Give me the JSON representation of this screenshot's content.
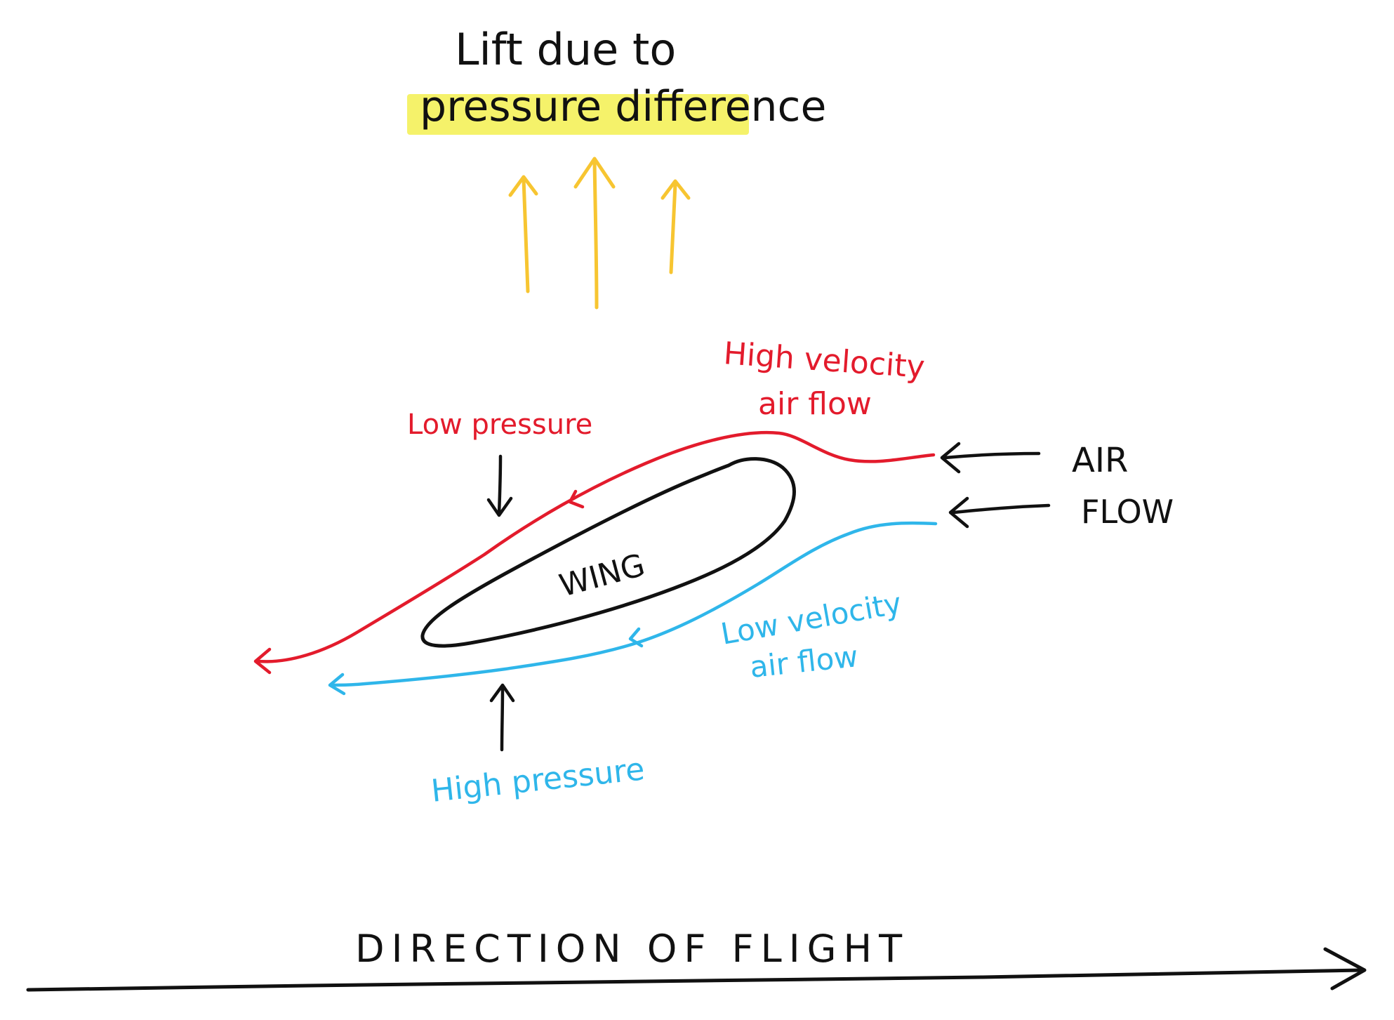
{
  "labels": {
    "title_line1": "Lift due to",
    "title_line2": "pressure difference",
    "high_velocity_line1": "High velocity",
    "high_velocity_line2": "air flow",
    "low_pressure": "Low pressure",
    "wing": "WING",
    "air": "AIR",
    "flow": "FLOW",
    "low_velocity_line1": "Low velocity",
    "low_velocity_line2": "air flow",
    "high_pressure": "High pressure",
    "direction": "DIRECTION OF FLIGHT"
  },
  "colors": {
    "ink": "#111111",
    "red": "#e31b2c",
    "blue": "#2fb6ea",
    "yellow": "#f7c531",
    "highlight": "#f5f26a"
  }
}
